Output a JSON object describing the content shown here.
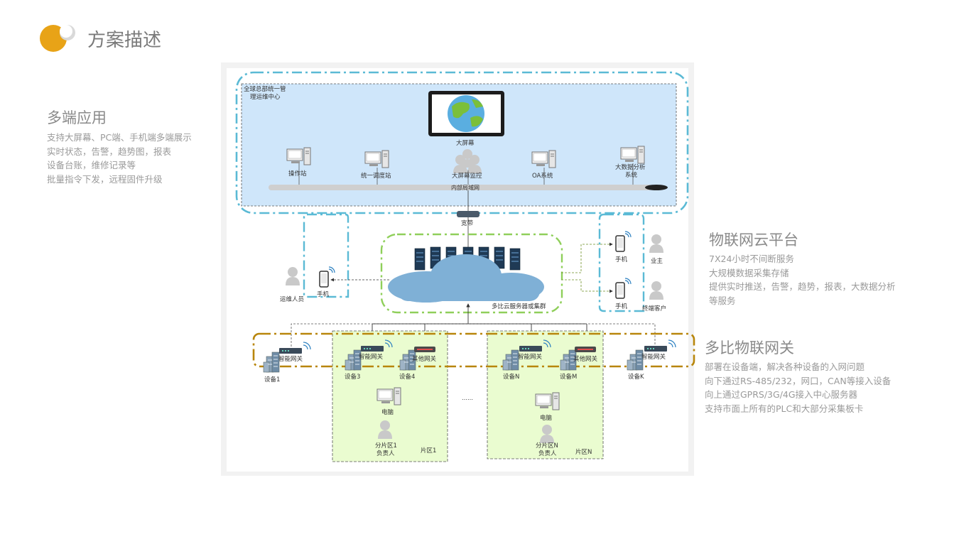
{
  "page": {
    "title": "方案描述"
  },
  "left_panel": {
    "title": "多端应用",
    "lines": [
      "支持大屏幕、PC端、手机端多端展示",
      "实时状态，告警，趋势图，报表",
      "设备台账，维修记录等",
      "批量指令下发，远程固件升级"
    ]
  },
  "cloud_panel": {
    "title": "物联网云平台",
    "lines": [
      "7X24小时不间断服务",
      "大规模数据采集存储",
      "提供实时推送，告警，趋势，报表，大数据分析",
      "等服务"
    ]
  },
  "gateway_panel": {
    "title": "多比物联网关",
    "lines": [
      "部署在设备端，解决各种设备的入网问题",
      "向下通过RS-485/232，网口，CAN等接入设备",
      "向上通过GPRS/3G/4G接入中心服务器",
      "支持市面上所有的PLC和大部分采集板卡"
    ]
  },
  "diagram": {
    "ops_center": {
      "label_line1": "全球总部统一管",
      "label_line2": "理运维中心",
      "big_screen": "大屏幕",
      "lan": "内部局域网"
    },
    "stations": [
      "操作站",
      "统一调度站",
      "大屏幕监控",
      "OA系统"
    ],
    "bigdata_line1": "大数据分析",
    "bigdata_line2": "系统",
    "broadband": "宽带",
    "cloud": "多比云服务器或集群",
    "ops_phone": "手机",
    "ops_person": "运维人员",
    "right_phones": [
      "手机",
      "手机"
    ],
    "owner": "业主",
    "terminal_customer": "终端客户",
    "gateway_smart": "智能网关",
    "gateway_other": "其他网关",
    "devices": [
      "设备1",
      "设备3",
      "设备4",
      "设备N",
      "设备M",
      "设备K"
    ],
    "pc": "电脑",
    "zone1": {
      "leader_line1": "分片区1",
      "leader_line2": "负责人",
      "label": "片区1"
    },
    "zoneN": {
      "leader_line1": "分片区N",
      "leader_line2": "负责人",
      "label": "片区N"
    },
    "ellipsis": "……"
  },
  "colors": {
    "dash_blue": "#5bbad5",
    "dash_green": "#8fcf5a",
    "dash_gold": "#b8860b",
    "ops_fill": "#cfe6fa",
    "zone_fill": "#eafcd0",
    "cloud_fill": "#7fb0d6",
    "icon_orange": "#e8a317"
  }
}
